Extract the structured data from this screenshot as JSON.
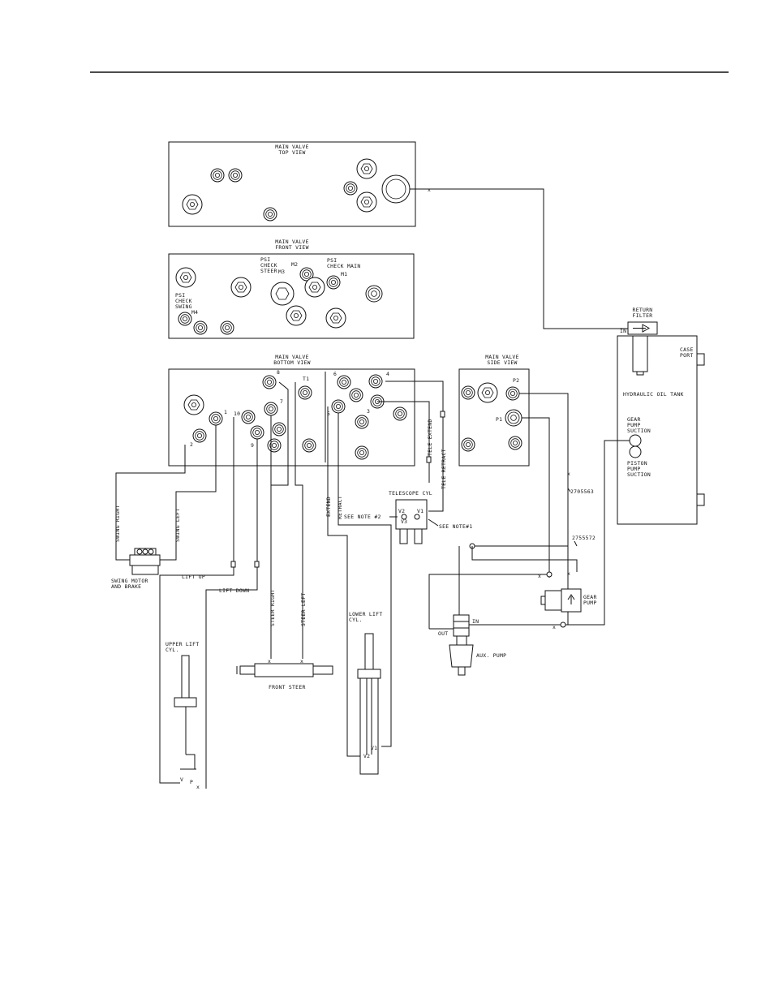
{
  "blocks": {
    "top_view": [
      "MAIN VALVE",
      "TOP VIEW"
    ],
    "front_view": [
      "MAIN VALVE",
      "FRONT VIEW"
    ],
    "bottom_view": [
      "MAIN VALVE",
      "BOTTOM VIEW"
    ],
    "side_view": [
      "MAIN VALVE",
      "SIDE VIEW"
    ]
  },
  "front_view_labels": {
    "psi_check_steer": [
      "PSI",
      "CHECK",
      "STEER"
    ],
    "psi_check_main": [
      "PSI",
      "CHECK MAIN"
    ],
    "psi_check_swing": [
      "PSI",
      "CHECK",
      "SWING"
    ],
    "m1": "M1",
    "m2": "M2",
    "m3": "M3",
    "m4": "M4"
  },
  "bottom_view_ports": {
    "p1": "1",
    "p2": "2",
    "p3": "3",
    "p4": "4",
    "p5": "5",
    "p6": "6",
    "p7": "7",
    "p8": "8",
    "p9": "9",
    "p10": "10",
    "t1": "T1"
  },
  "side_view_ports": {
    "p1": "P1",
    "p2": "P2"
  },
  "tank": {
    "return_filter": [
      "RETURN",
      "FILTER"
    ],
    "in_label": "IN",
    "case_port": [
      "CASE",
      "PORT"
    ],
    "title": "HYDRAULIC OIL TANK",
    "gear_pump_suction": [
      "GEAR",
      "PUMP",
      "SUCTION"
    ],
    "piston_pump_suction": [
      "PISTON",
      "PUMP",
      "SUCTION"
    ]
  },
  "line_labels": {
    "swing_right": "SWING RIGHT",
    "swing_left": "SWING LEFT",
    "lift_up": "LIFT UP",
    "lift_down": "LIFT DOWN",
    "steer_right": "STEER RIGHT",
    "steer_left": "STEER LEFT",
    "extend": "EXTEND",
    "retract": "RETRACT",
    "tele_extend": "TELE EXTEND",
    "tele_retract": "TELE RETRACT"
  },
  "components": {
    "swing_motor": [
      "SWING MOTOR",
      "AND BRAKE"
    ],
    "upper_lift_cyl": [
      "UPPER LIFT",
      "CYL."
    ],
    "front_steer": "FRONT STEER",
    "lower_lift_cyl": [
      "LOWER LIFT",
      "CYL."
    ],
    "telescope_cyl": "TELESCOPE CYL",
    "see_note_2": "SEE NOTE #2",
    "see_note_1": "SEE NOTE#1",
    "aux_pump": "AUX. PUMP",
    "gear_pump": [
      "GEAR",
      "PUMP"
    ],
    "v1": "V1",
    "v2": "V2",
    "v3": "V3",
    "v": "V",
    "p": "P",
    "out": "OUT",
    "in": "IN"
  },
  "part_numbers": {
    "pn_a": "2705563",
    "pn_b": "2755572"
  },
  "icons": [
    "hex-fitting-icon",
    "round-port-icon",
    "flow-arrow-icon"
  ]
}
